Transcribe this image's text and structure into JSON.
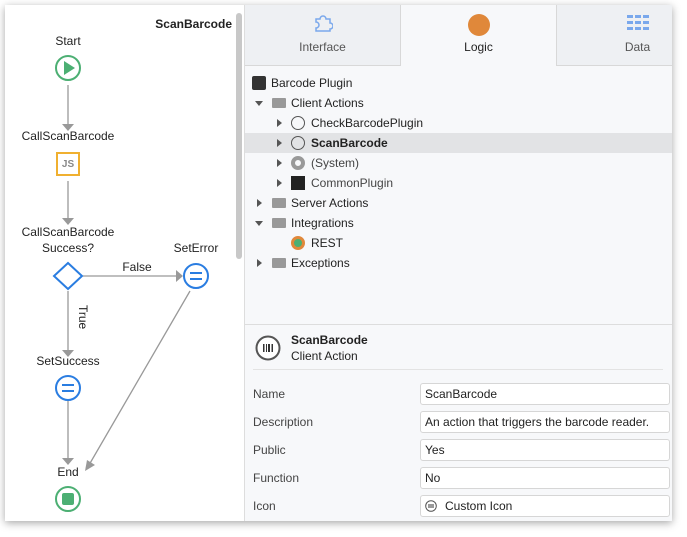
{
  "flow": {
    "title": "ScanBarcode",
    "nodes": {
      "start": "Start",
      "call": "CallScanBarcode",
      "call_badge": "JS",
      "decision_line1": "CallScanBarcode",
      "decision_line2": "Success?",
      "set_error": "SetError",
      "set_success": "SetSuccess",
      "end": "End"
    },
    "edges": {
      "false_label": "False",
      "true_label": "True"
    }
  },
  "tabs": [
    {
      "label": "Interface",
      "icon": "puzzle-icon"
    },
    {
      "label": "Logic",
      "icon": "orange-circle-icon",
      "active": true
    },
    {
      "label": "Data",
      "icon": "grid-icon"
    }
  ],
  "tree": {
    "root": "Barcode Plugin",
    "client_actions": "Client Actions",
    "check": "CheckBarcodePlugin",
    "scan": "ScanBarcode",
    "system": "(System)",
    "common": "CommonPlugin",
    "server_actions": "Server Actions",
    "integrations": "Integrations",
    "rest": "REST",
    "exceptions": "Exceptions"
  },
  "properties": {
    "name_title": "ScanBarcode",
    "type": "Client Action",
    "rows": [
      {
        "label": "Name",
        "value": "ScanBarcode"
      },
      {
        "label": "Description",
        "value": "An action that triggers the barcode reader."
      },
      {
        "label": "Public",
        "value": "Yes"
      },
      {
        "label": "Function",
        "value": "No"
      },
      {
        "label": "Icon",
        "value": "Custom Icon"
      }
    ]
  },
  "colors": {
    "start": "#4caf73",
    "js": "#f0b030",
    "node": "#2a7de1",
    "logic": "#e0883a",
    "selected": "#e2e3e5"
  }
}
